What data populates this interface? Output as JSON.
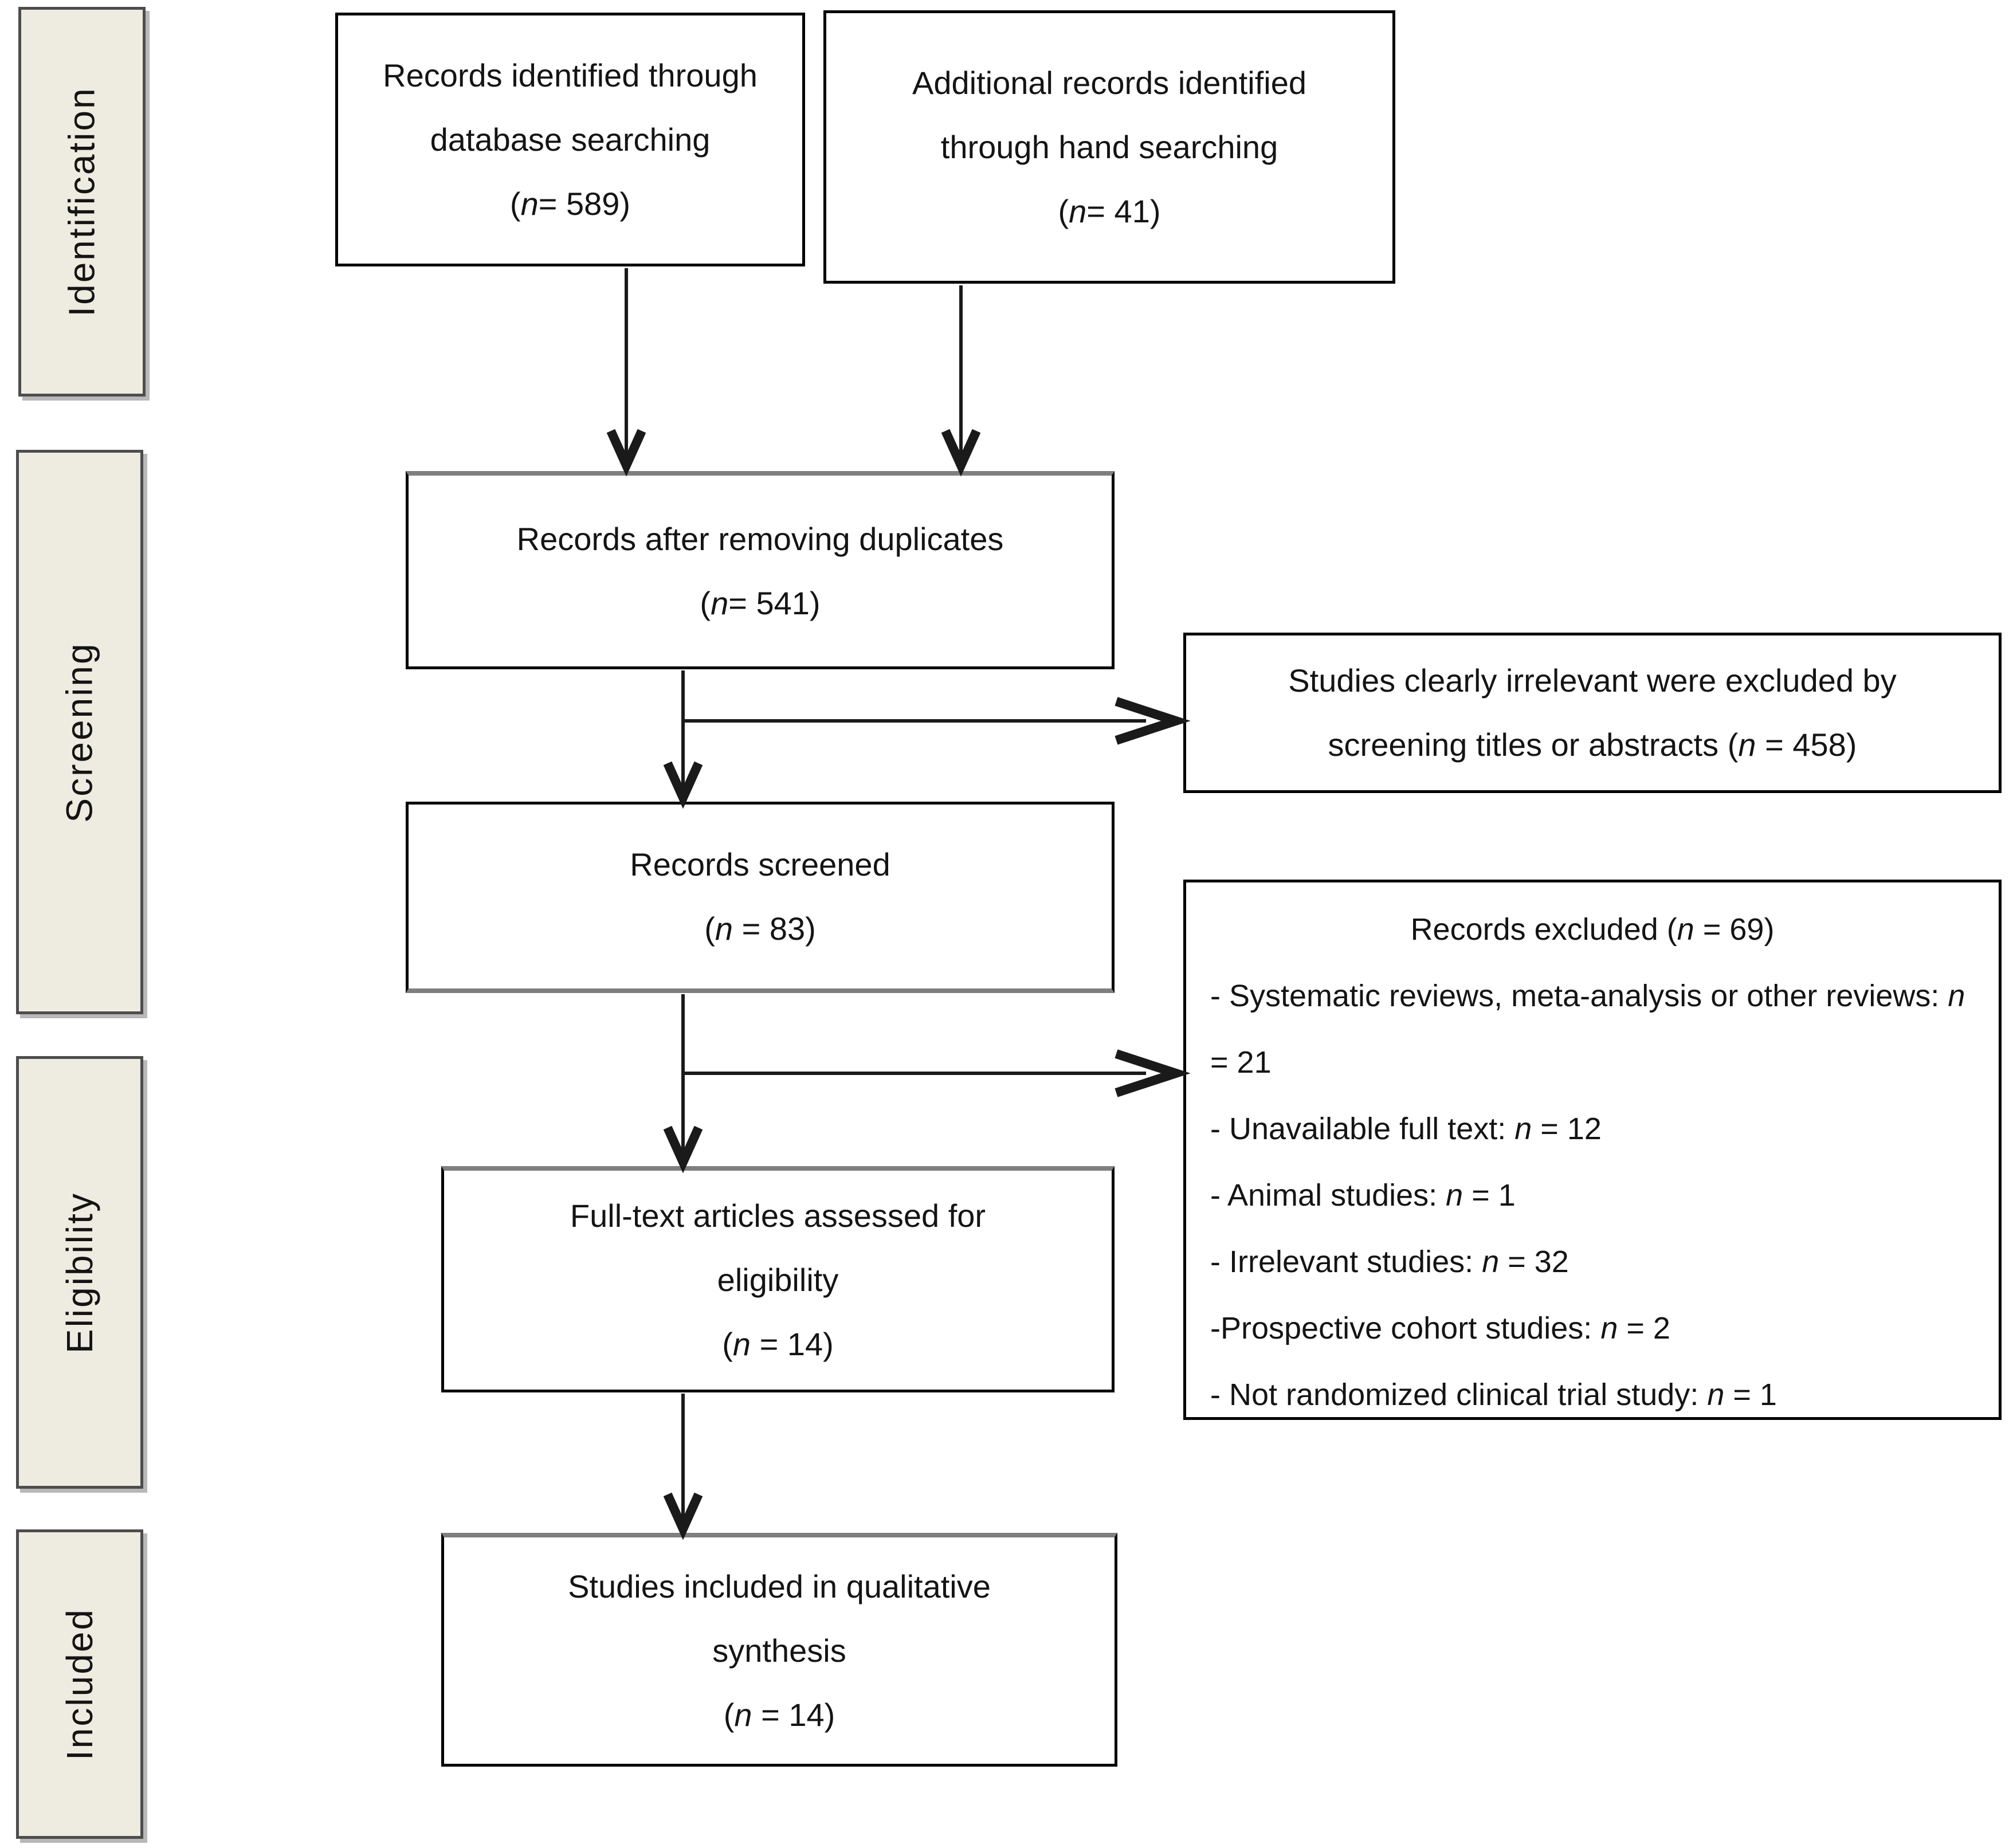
{
  "sidebar": {
    "stages": [
      {
        "label": "Identification"
      },
      {
        "label": "Screening"
      },
      {
        "label": "Eligibility"
      },
      {
        "label": "Included"
      }
    ]
  },
  "boxes": {
    "identified": {
      "lines": [
        "Records identified through",
        "database searching"
      ],
      "count": {
        "pre": "(",
        "var": "n",
        "post": "= 589)"
      }
    },
    "additional": {
      "lines": [
        "Additional records identified",
        "through hand searching"
      ],
      "count": {
        "pre": "(",
        "var": "n",
        "post": "= 41)"
      }
    },
    "deduplicated": {
      "lines": [
        "Records after removing duplicates"
      ],
      "count": {
        "pre": "(",
        "var": "n",
        "post": "= 541)"
      }
    },
    "screened": {
      "lines": [
        "Records screened"
      ],
      "count": {
        "pre": "(",
        "var": "n",
        "post": " = 83)"
      }
    },
    "irrelevant_excluded": {
      "line1": "Studies clearly irrelevant were excluded by",
      "line2": {
        "pre": "screening titles or abstracts (",
        "var": "n",
        "post": " = 458)"
      }
    },
    "records_excluded": {
      "title": {
        "pre": "Records excluded (",
        "var": "n",
        "post": " = 69)"
      },
      "items": [
        {
          "pre": "- Systematic reviews, meta-analysis or other reviews: ",
          "var": "n",
          "post": " = 21"
        },
        {
          "pre": "- Unavailable full text: ",
          "var": "n",
          "post": " = 12"
        },
        {
          "pre": "- Animal studies: ",
          "var": "n",
          "post": " = 1"
        },
        {
          "pre": "- Irrelevant studies: ",
          "var": "n",
          "post": " = 32"
        },
        {
          "pre": "-Prospective cohort studies: ",
          "var": "n",
          "post": " = 2"
        },
        {
          "pre": "- Not randomized clinical trial study: ",
          "var": "n",
          "post": " = 1"
        }
      ]
    },
    "fulltext": {
      "lines": [
        "Full-text articles assessed for",
        "eligibility"
      ],
      "count": {
        "pre": "(",
        "var": "n",
        "post": " = 14)"
      }
    },
    "included_qualitative": {
      "lines": [
        "Studies included in qualitative",
        "synthesis"
      ],
      "count": {
        "pre": "(",
        "var": "n",
        "post": " = 14)"
      }
    }
  },
  "colors": {
    "background": "#ffffff",
    "stage_fill": "#eeebe0",
    "stage_border": "#4d4d4d",
    "box_border": "#000000",
    "gray_border": "#7f7f7f",
    "text": "#141414",
    "arrow": "#1a1a1a"
  }
}
